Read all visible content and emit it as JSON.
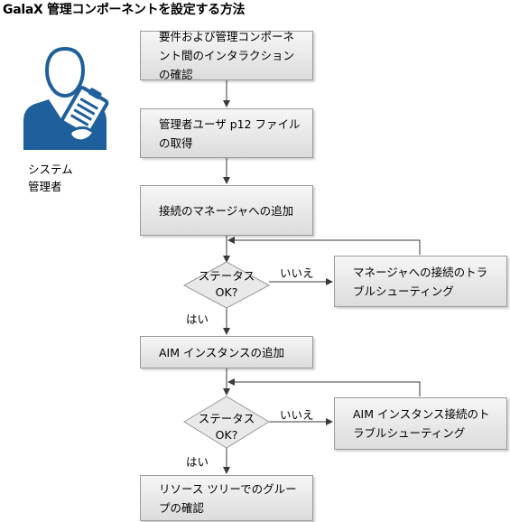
{
  "title": "GalaX 管理コンポーネントを設定する方法",
  "persona": {
    "icon": "system-administrator-icon",
    "line1": "システム",
    "line2": "管理者"
  },
  "steps": [
    {
      "text": "要件および管理コンポーネント間のインタラクションの確認"
    },
    {
      "text": "管理者ユーザ p12 ファイルの取得"
    },
    {
      "text": "接続のマネージャへの追加"
    },
    {
      "text": "AIM インスタンスの追加"
    },
    {
      "text": "リソース ツリーでのグループの確認"
    }
  ],
  "decisions": [
    {
      "line1": "ステータス",
      "line2": "OK?",
      "yes": "はい",
      "no": "いいえ",
      "remedy": "マネージャへの接続のトラブルシューティング"
    },
    {
      "line1": "ステータス",
      "line2": "OK?",
      "yes": "はい",
      "no": "いいえ",
      "remedy": "AIM インスタンス接続のトラブルシューティング"
    }
  ],
  "colors": {
    "accent": "#1f5f9b",
    "box_border": "#9a9a9a",
    "line": "#3a3a3a"
  }
}
